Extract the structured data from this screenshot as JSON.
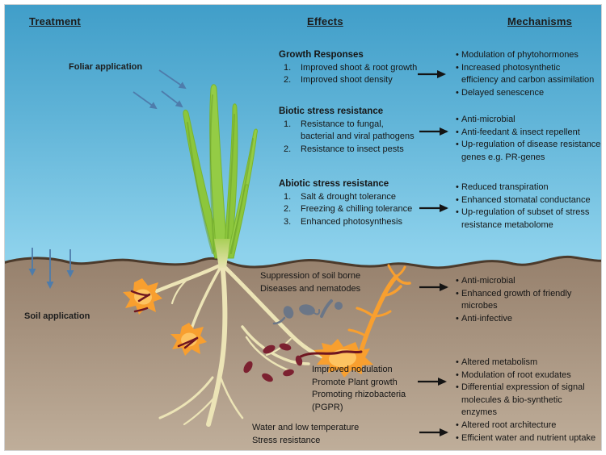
{
  "figure": {
    "headers": {
      "treatment": "Treatment",
      "effects": "Effects",
      "mechanisms": "Mechanisms"
    },
    "treatment_labels": {
      "foliar": "Foliar application",
      "soil": "Soil application"
    },
    "effect_groups": [
      {
        "title": "Growth Responses",
        "items": [
          "Improved shoot & root growth",
          "Improved shoot density"
        ],
        "mechanisms": [
          "Modulation of phytohormones",
          "Increased photosynthetic\nefficiency and carbon assimilation",
          "Delayed senescence"
        ]
      },
      {
        "title": "Biotic stress resistance",
        "items": [
          "Resistance to fungal,\nbacterial and viral pathogens",
          "Resistance to insect pests"
        ],
        "mechanisms": [
          "Anti-microbial",
          "Anti-feedant & insect repellent",
          "Up-regulation of disease resistance\ngenes e.g. PR-genes"
        ]
      },
      {
        "title": "Abiotic stress resistance",
        "items": [
          "Salt & drought tolerance",
          "Freezing & chilling tolerance",
          "Enhanced photosynthesis"
        ],
        "mechanisms": [
          "Reduced transpiration",
          "Enhanced stomatal conductance",
          "Up-regulation of subset of stress\nresistance metabolome"
        ]
      },
      {
        "label": "Suppression of soil borne\nDiseases and nematodes",
        "mechanisms": [
          "Anti-microbial",
          "Enhanced growth of friendly\nmicrobes",
          "Anti-infective"
        ]
      },
      {
        "label": "Improved nodulation\nPromote Plant growth\nPromoting rhizobacteria\n(PGPR)",
        "mechanisms": [
          "Altered metabolism",
          "Modulation of root exudates",
          "Differential expression of signal\nmolecules & bio-synthetic\nenzymes"
        ]
      },
      {
        "label": "Water and low temperature\nStress resistance",
        "mechanisms": [
          "Altered root architecture",
          "Efficient water and nutrient uptake"
        ]
      }
    ],
    "colors": {
      "sky_top": "#3f9dc8",
      "sky_bottom": "#95d6ee",
      "soil_top": "#96806c",
      "soil_bottom": "#c0af9b",
      "soil_line": "#4c3a2b",
      "leaf_green": "#8cc63c",
      "leaf_dark": "#6da22c",
      "root_cream": "#ece4b6",
      "splash_orange": "#f89f2f",
      "splash_light": "#fdc361",
      "nodule_maroon": "#7c2130",
      "microbe_gray": "#6b7687",
      "arrow_black": "#141414",
      "arrow_blue": "#4e7cab",
      "text": "#161616"
    }
  }
}
